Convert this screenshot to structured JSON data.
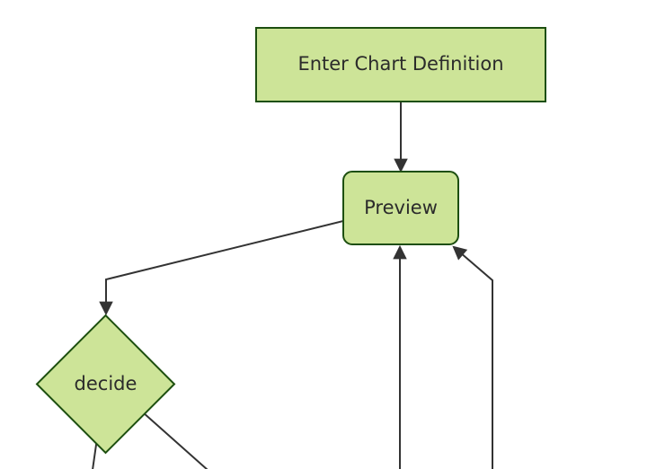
{
  "diagram": {
    "kind": "flowchart",
    "direction": "top-down",
    "nodes": [
      {
        "id": "A",
        "label": "Enter Chart Definition",
        "shape": "rectangle"
      },
      {
        "id": "B",
        "label": "Preview",
        "shape": "rounded-rectangle"
      },
      {
        "id": "C",
        "label": "decide",
        "shape": "diamond"
      }
    ],
    "edges": [
      {
        "from": "A",
        "to": "B",
        "arrow": true
      },
      {
        "from": "B",
        "to": "C",
        "arrow": true
      },
      {
        "from": "offscreen-bottom",
        "to": "B",
        "arrow": true
      },
      {
        "from": "offscreen-bottom-right",
        "to": "B",
        "arrow": true
      },
      {
        "from": "C",
        "to": "offscreen-bottom-left",
        "arrow": false
      },
      {
        "from": "C",
        "to": "offscreen-bottom-right",
        "arrow": false
      }
    ],
    "colors": {
      "node_fill": "#cde498",
      "node_border": "#1d4f10",
      "edge": "#333333",
      "text": "#2b2b2b",
      "background": "#ffffff"
    }
  }
}
